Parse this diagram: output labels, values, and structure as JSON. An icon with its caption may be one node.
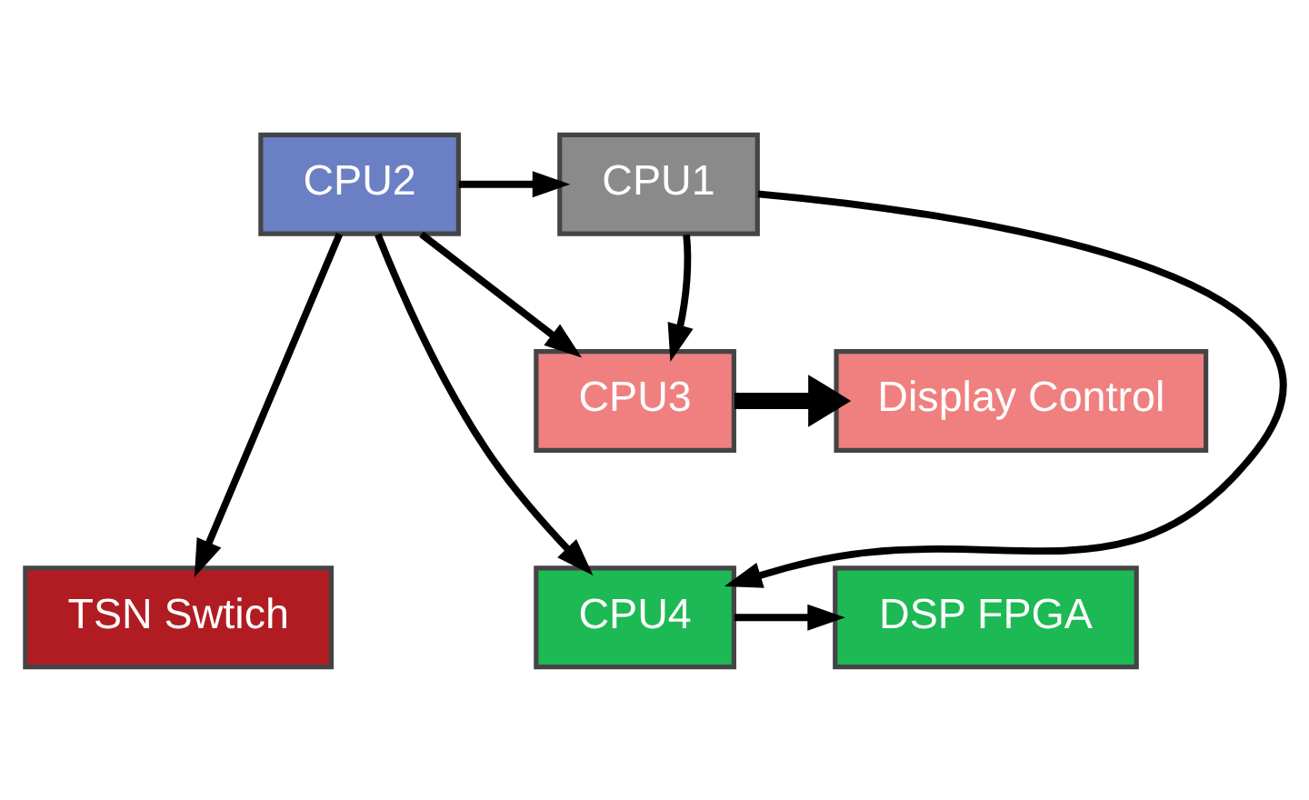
{
  "diagram": {
    "nodes": [
      {
        "text": [
          "CPU1"
        ]
      },
      {
        "text": [
          "CPU2"
        ]
      },
      {
        "text": [
          "CPU3"
        ]
      },
      {
        "text": [
          "Display Control"
        ]
      },
      {
        "text": [
          "CPU4"
        ]
      },
      {
        "text": [
          "DSP FPGA"
        ]
      },
      {
        "text": [
          "TSN Swtich"
        ]
      }
    ],
    "edges": [
      {
        "from": 1,
        "to": 0,
        "arrow": "to"
      },
      {
        "from": 0,
        "to": 2,
        "arrow": "to"
      },
      {
        "from": 0,
        "to": 4,
        "arrow": "to"
      },
      {
        "from": 1,
        "to": 2,
        "arrow": "to"
      },
      {
        "from": 1,
        "to": 4,
        "arrow": "to"
      },
      {
        "from": 1,
        "to": 6,
        "arrow": "to"
      },
      {
        "from": 2,
        "to": 3,
        "arrow": "to",
        "style": "thick"
      },
      {
        "from": 4,
        "to": 5,
        "arrow": "to"
      }
    ]
  }
}
